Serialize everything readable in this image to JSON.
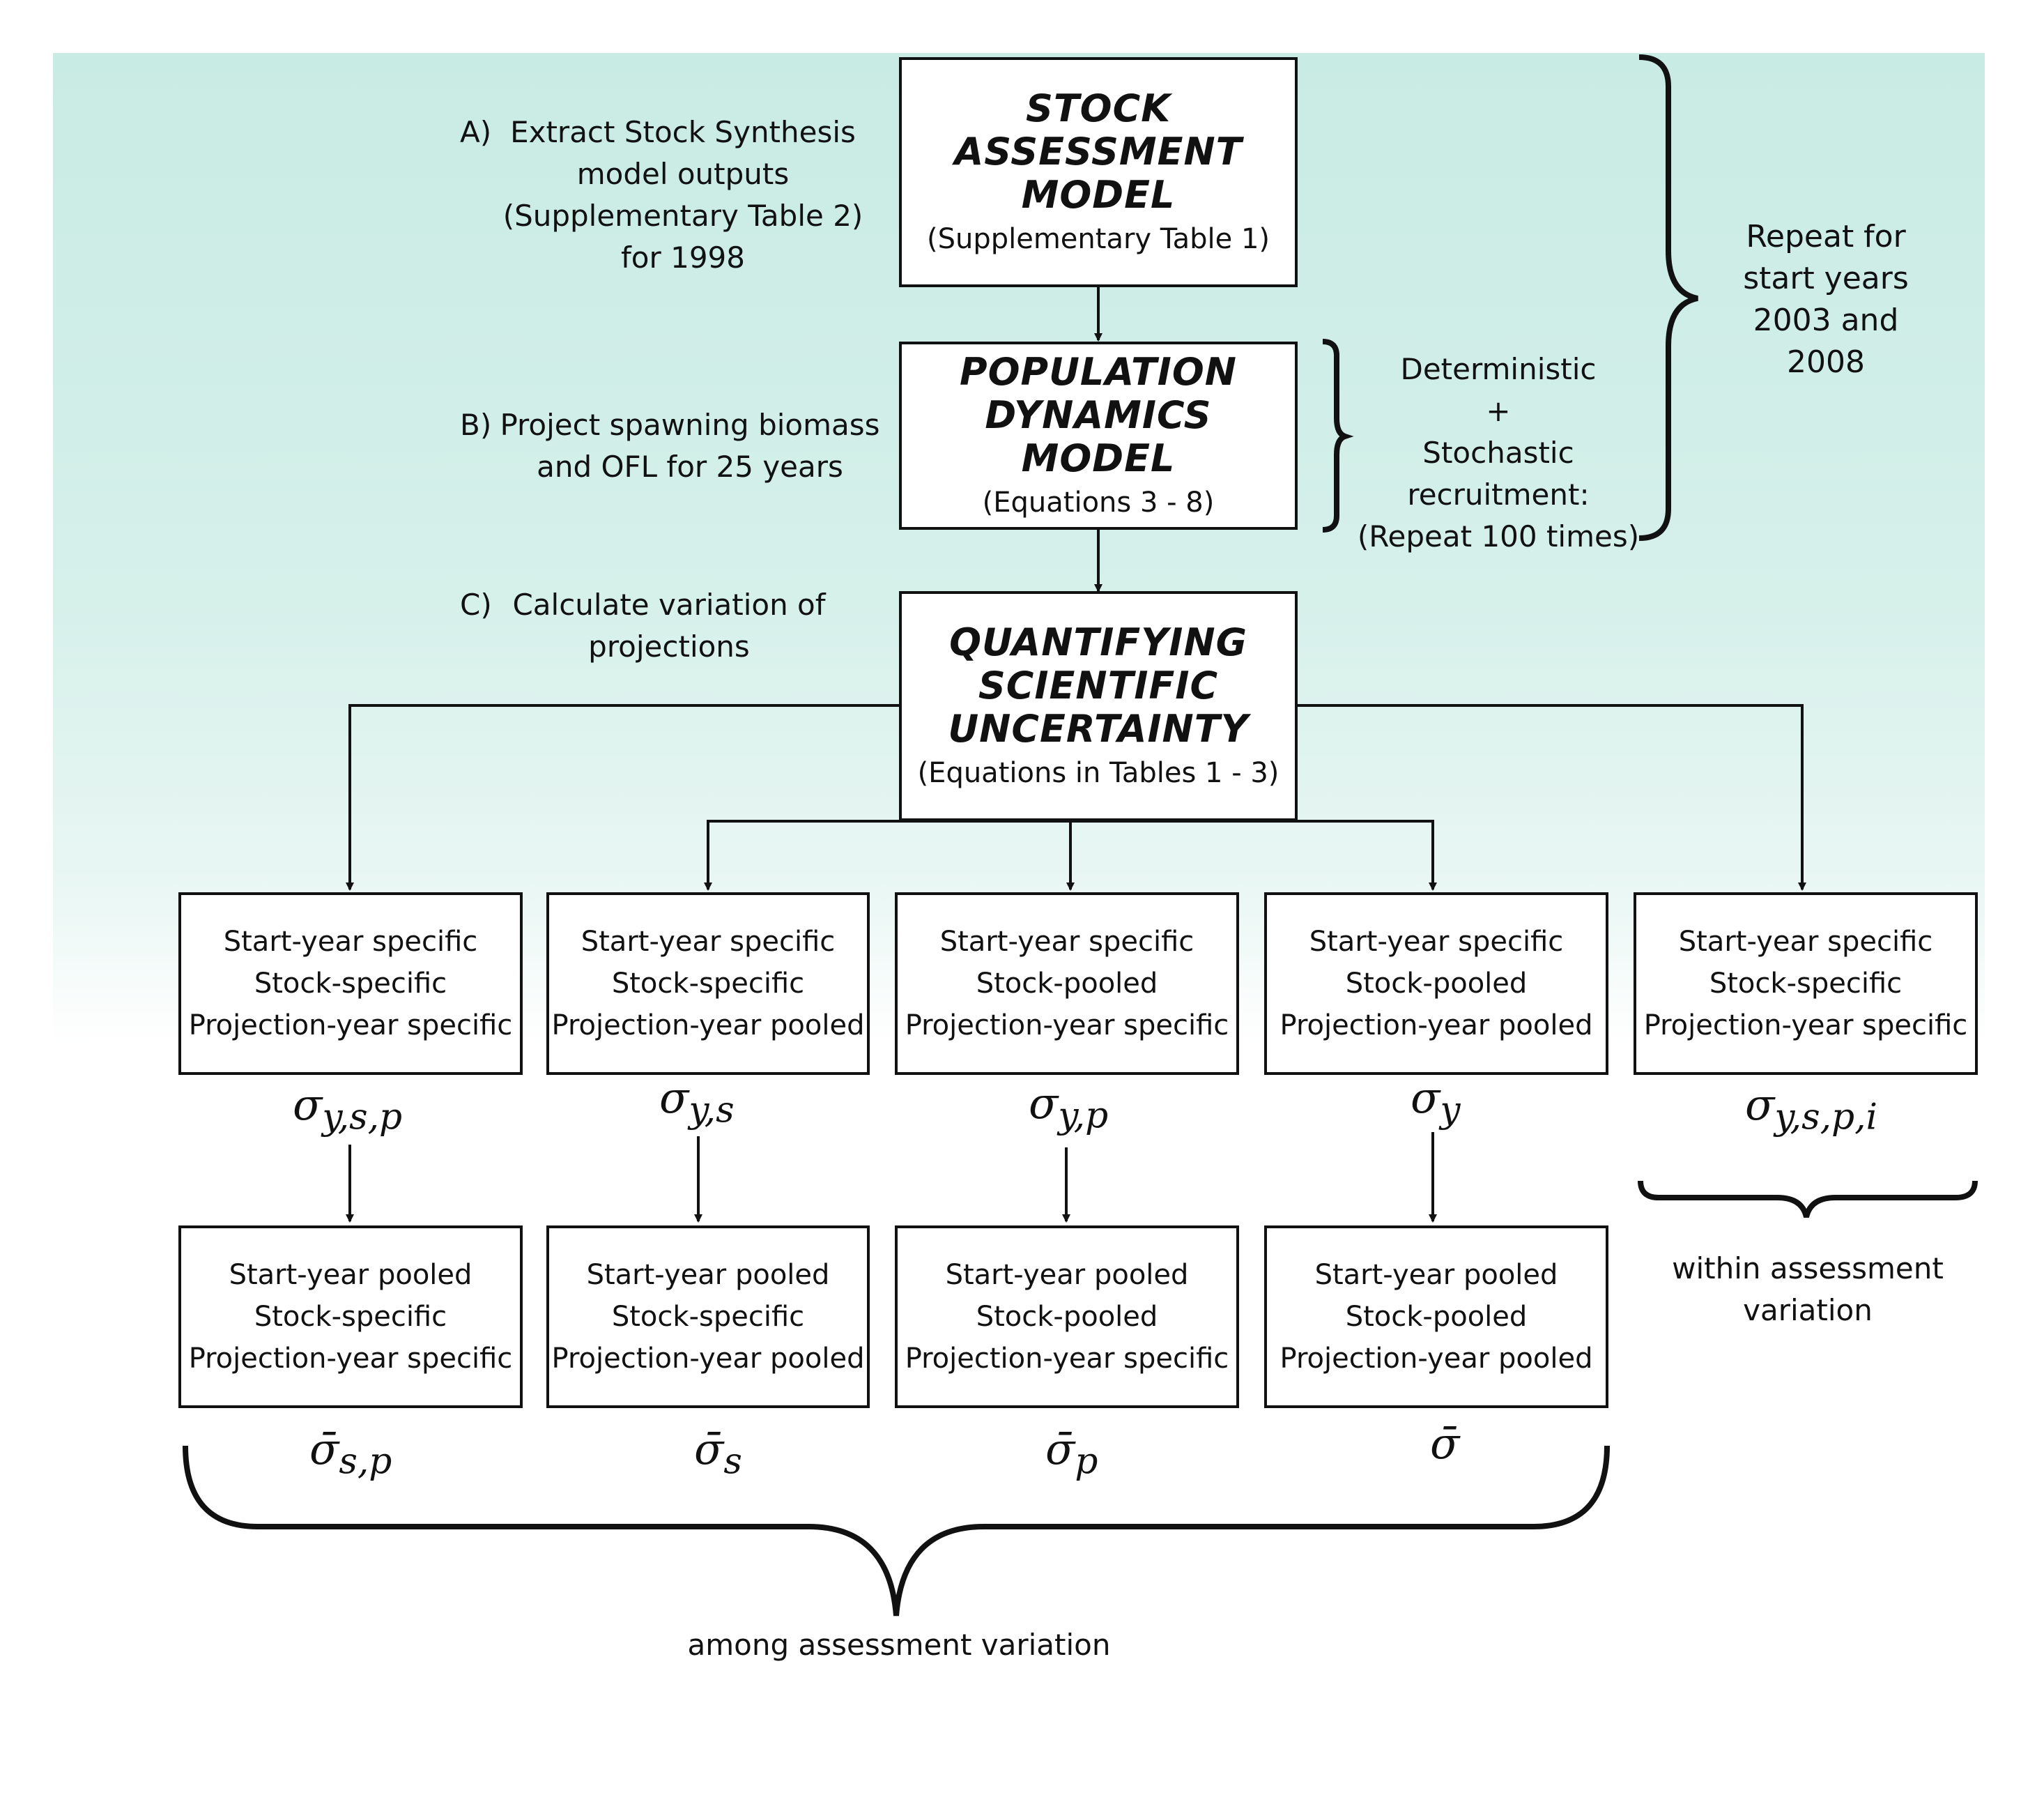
{
  "steps": {
    "a": {
      "letter": "A)",
      "text": "Extract Stock Synthesis\nmodel outputs\n(Supplementary Table 2)\nfor 1998"
    },
    "b": {
      "letter": "B)",
      "text": "Project spawning biomass\nand OFL for 25 years"
    },
    "c": {
      "letter": "C)",
      "text": "Calculate variation of\nprojections"
    }
  },
  "boxes": {
    "stock_assessment": {
      "title": "STOCK\nASSESSMENT\nMODEL",
      "sub": "(Supplementary Table 1)"
    },
    "population_dynamics": {
      "title": "POPULATION\nDYNAMICS MODEL",
      "sub": "(Equations 3 - 8)"
    },
    "quantifying": {
      "title": "QUANTIFYING\nSCIENTIFIC\nUNCERTAINTY",
      "sub": "(Equations in Tables 1 - 3)"
    }
  },
  "stochastic_note": "Deterministic\n+\nStochastic\nrecruitment:\n(Repeat 100 times)",
  "repeat_note": "Repeat for\nstart years\n2003 and\n2008",
  "top_row": [
    {
      "l1": "Start-year specific",
      "l2": "Stock-specific",
      "l3": "Projection-year specific",
      "sym": "σ",
      "sub": "y,s,p"
    },
    {
      "l1": "Start-year specific",
      "l2": "Stock-specific",
      "l3": "Projection-year pooled",
      "sym": "σ",
      "sub": "y,s"
    },
    {
      "l1": "Start-year specific",
      "l2": "Stock-pooled",
      "l3": "Projection-year specific",
      "sym": "σ",
      "sub": "y,p"
    },
    {
      "l1": "Start-year specific",
      "l2": "Stock-pooled",
      "l3": "Projection-year pooled",
      "sym": "σ",
      "sub": "y"
    },
    {
      "l1": "Start-year specific",
      "l2": "Stock-specific",
      "l3": "Projection-year specific",
      "sym": "σ",
      "sub": "y,s,p,i"
    }
  ],
  "bottom_row": [
    {
      "l1": "Start-year pooled",
      "l2": "Stock-specific",
      "l3": "Projection-year specific",
      "sym": "σ̄",
      "sub": "s,p"
    },
    {
      "l1": "Start-year pooled",
      "l2": "Stock-specific",
      "l3": "Projection-year pooled",
      "sym": "σ̄",
      "sub": "s"
    },
    {
      "l1": "Start-year pooled",
      "l2": "Stock-pooled",
      "l3": "Projection-year specific",
      "sym": "σ̄",
      "sub": "p"
    },
    {
      "l1": "Start-year pooled",
      "l2": "Stock-pooled",
      "l3": "Projection-year pooled",
      "sym": "σ̄",
      "sub": ""
    }
  ],
  "within_label": "within assessment\nvariation",
  "among_label": "among assessment variation"
}
